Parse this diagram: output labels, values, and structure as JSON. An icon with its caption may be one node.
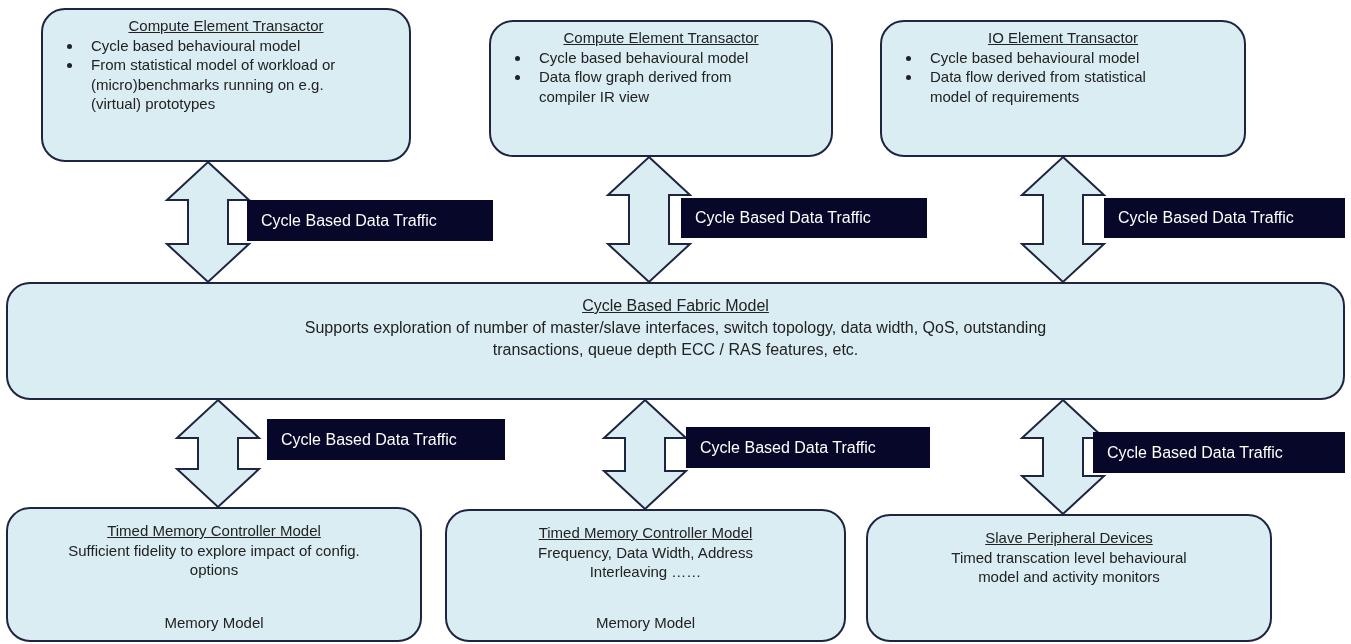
{
  "diagram": {
    "nodes": [
      {
        "text": [
          "Compute Element Transactor",
          "Cycle based behavioural model",
          "From statistical model of workload or (micro)benchmarks running on e.g. (virtual) prototypes"
        ]
      },
      {
        "text": [
          "Compute Element Transactor",
          "Cycle based behavioural model",
          "Data flow graph derived from compiler IR view"
        ]
      },
      {
        "text": [
          "IO Element Transactor",
          "Cycle based behavioural model",
          "Data flow derived from statistical model of requirements"
        ]
      },
      {
        "text": [
          "Cycle Based Fabric Model",
          "Supports exploration of number of master/slave interfaces, switch topology, data width, QoS, outstanding transactions, queue depth ECC / RAS features, etc."
        ]
      },
      {
        "text": [
          "Timed Memory Controller Model",
          "Sufficient fidelity to explore impact of config. options",
          "Memory Model"
        ]
      },
      {
        "text": [
          "Timed Memory Controller Model",
          "Frequency, Data Width, Address Interleaving ……",
          "Memory Model"
        ]
      },
      {
        "text": [
          "Slave Peripheral Devices",
          "Timed transcation level behavioural model and activity monitors"
        ]
      }
    ],
    "edges": [
      {
        "from": 0,
        "to": 3,
        "arrow": "both",
        "label": "Cycle Based Data Traffic"
      },
      {
        "from": 1,
        "to": 3,
        "arrow": "both",
        "label": "Cycle Based Data Traffic"
      },
      {
        "from": 2,
        "to": 3,
        "arrow": "both",
        "label": "Cycle Based Data Traffic"
      },
      {
        "from": 3,
        "to": 4,
        "arrow": "both",
        "label": "Cycle Based Data Traffic"
      },
      {
        "from": 3,
        "to": 5,
        "arrow": "both",
        "label": "Cycle Based Data Traffic"
      },
      {
        "from": 3,
        "to": 6,
        "arrow": "both",
        "label": "Cycle Based Data Traffic"
      }
    ]
  }
}
